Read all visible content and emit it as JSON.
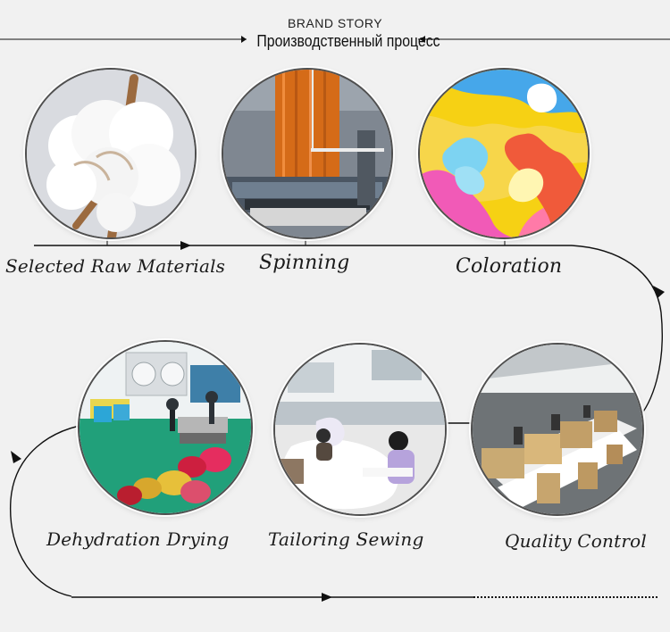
{
  "header": {
    "brand_story": "BRAND STORY",
    "process_title": "Производственный процесс"
  },
  "stages": [
    {
      "label": "Selected Raw Materials",
      "icon": "cotton-icon"
    },
    {
      "label": "Spinning",
      "icon": "spinning-loom-icon"
    },
    {
      "label": "Coloration",
      "icon": "dye-splash-icon"
    },
    {
      "label": "Quality Control",
      "icon": "weaving-machine-icon"
    },
    {
      "label": "Tailoring Sewing",
      "icon": "sewing-workshop-icon"
    },
    {
      "label": "Dehydration Drying",
      "icon": "laundry-drying-icon"
    }
  ],
  "colors": {
    "background": "#f1f1f1",
    "line": "#111111"
  }
}
